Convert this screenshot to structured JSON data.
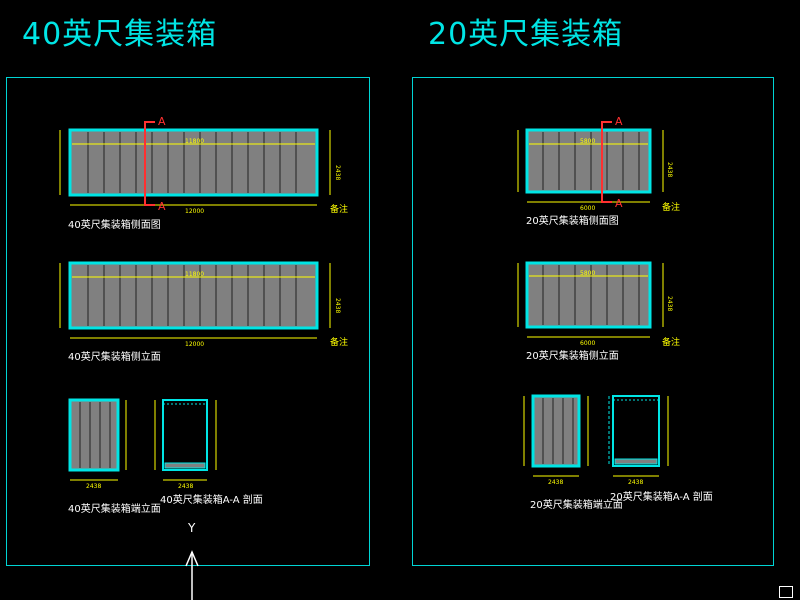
{
  "titles": {
    "left": "40英尺集装箱",
    "right": "20英尺集装箱"
  },
  "left_panel": {
    "view1": {
      "caption": "40英尺集装箱侧面图",
      "section_mark": "A",
      "length_label": "12000",
      "inner_length_label": "11800",
      "height_label": "2438",
      "side_note": "备注"
    },
    "view2": {
      "caption": "40英尺集装箱侧立面",
      "length_label": "12000",
      "inner_length_label": "11800",
      "height_label": "2438",
      "side_note": "备注"
    },
    "view3": {
      "caption": "40英尺集装箱端立面",
      "width_label": "2438"
    },
    "view4": {
      "caption": "40英尺集装箱A-A 剖面",
      "width_label": "2438"
    }
  },
  "right_panel": {
    "view1": {
      "caption": "20英尺集装箱侧面图",
      "section_mark": "A",
      "length_label": "6000",
      "inner_length_label": "5800",
      "height_label": "2438",
      "side_note": "备注"
    },
    "view2": {
      "caption": "20英尺集装箱侧立面",
      "length_label": "6000",
      "inner_length_label": "5800",
      "height_label": "2438",
      "side_note": "备注"
    },
    "view3": {
      "caption": "20英尺集装箱端立面",
      "width_label": "2438"
    },
    "view4": {
      "caption": "20英尺集装箱A-A 剖面",
      "width_label": "2438"
    }
  },
  "ucs": {
    "axis_label": "Y"
  },
  "colors": {
    "frame": "#00d4d4",
    "dimension": "#ffff00",
    "section": "#ff3030",
    "panel_fill": "#808080",
    "background": "#000000"
  }
}
